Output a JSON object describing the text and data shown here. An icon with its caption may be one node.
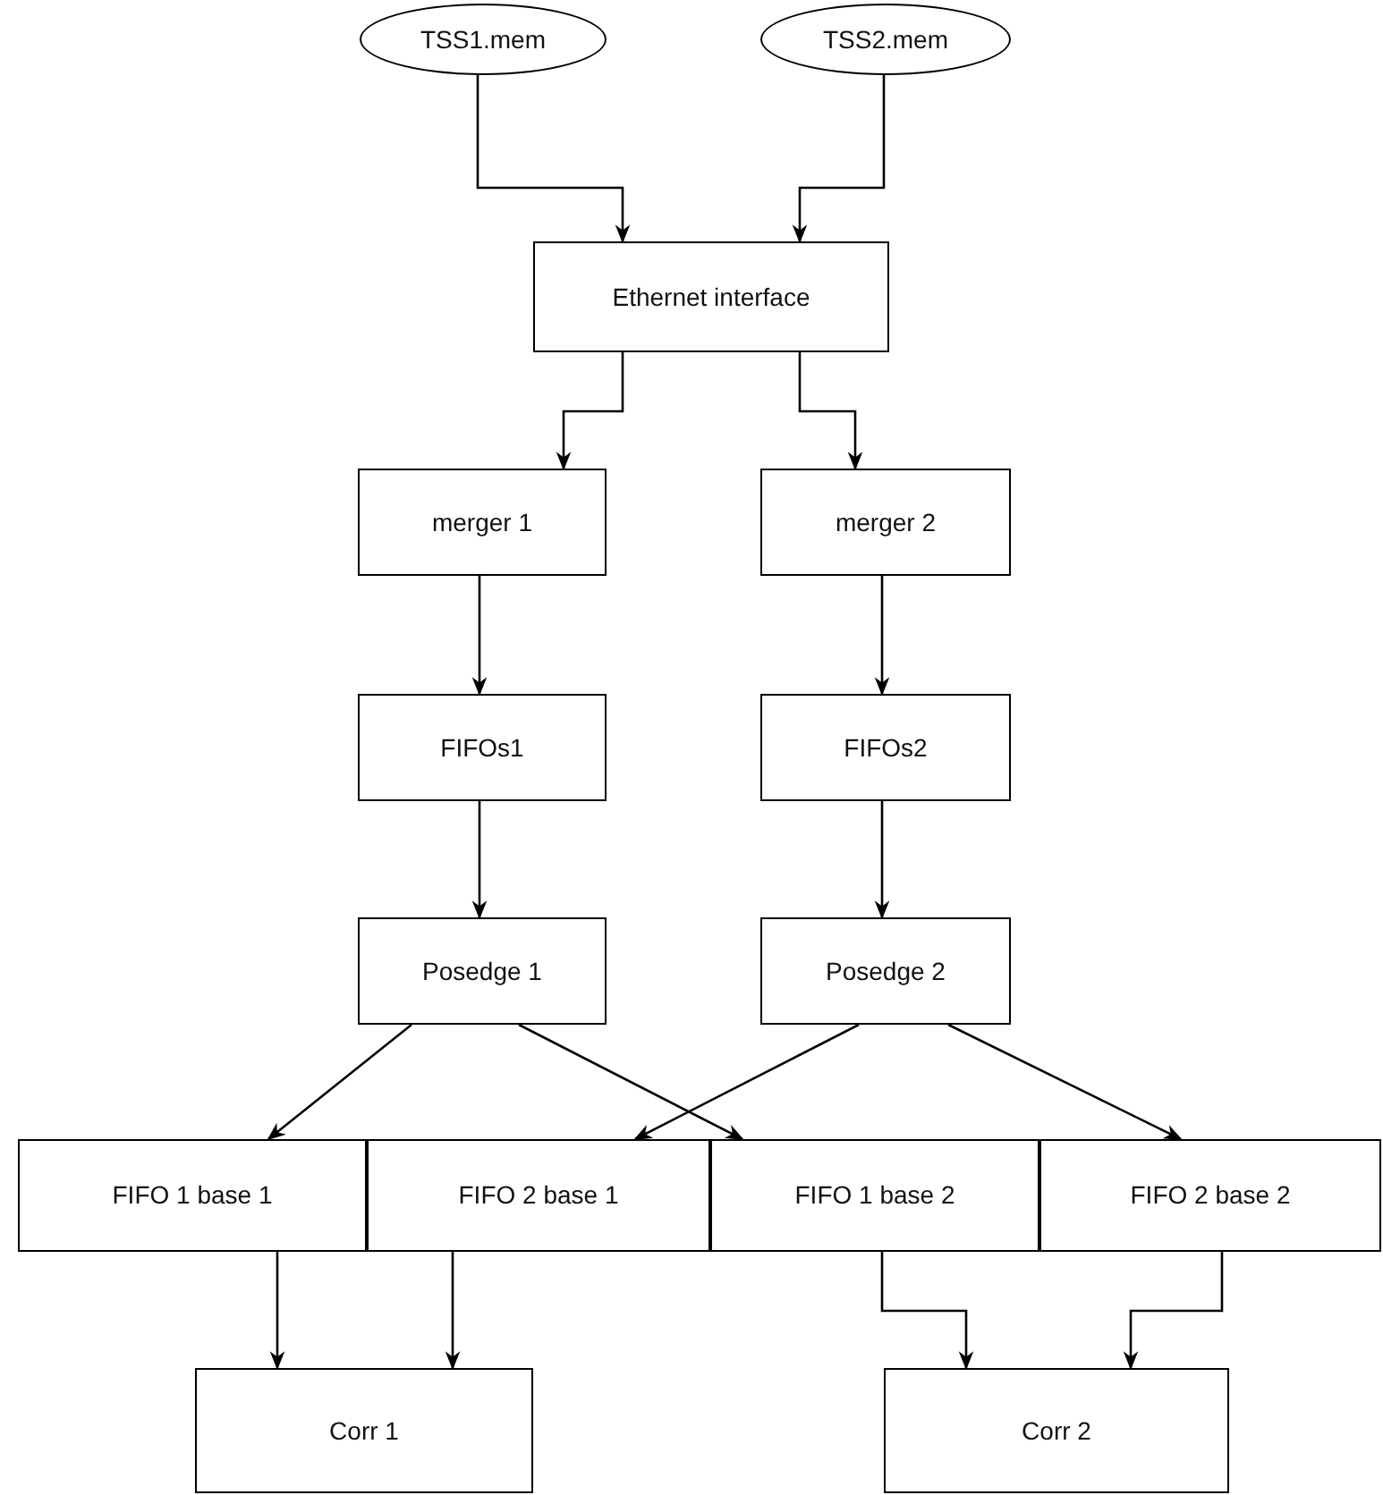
{
  "diagram": {
    "nodes": [
      {
        "text": [
          "TSS1.mem"
        ]
      },
      {
        "text": [
          "TSS2.mem"
        ]
      },
      {
        "text": [
          "Ethernet interface"
        ]
      },
      {
        "text": [
          "merger 1"
        ]
      },
      {
        "text": [
          "merger 2"
        ]
      },
      {
        "text": [
          "FIFOs1"
        ]
      },
      {
        "text": [
          "FIFOs2"
        ]
      },
      {
        "text": [
          "Posedge 1"
        ]
      },
      {
        "text": [
          "Posedge 2"
        ]
      },
      {
        "text": [
          "FIFO 1 base 1"
        ]
      },
      {
        "text": [
          "FIFO 2 base 1"
        ]
      },
      {
        "text": [
          "FIFO 1 base 2"
        ]
      },
      {
        "text": [
          "FIFO 2 base 2"
        ]
      },
      {
        "text": [
          "Corr 1"
        ]
      },
      {
        "text": [
          "Corr 2"
        ]
      }
    ],
    "edges": [
      {
        "from": 0,
        "to": 2,
        "arrow": "to"
      },
      {
        "from": 1,
        "to": 2,
        "arrow": "to"
      },
      {
        "from": 2,
        "to": 3,
        "arrow": "to"
      },
      {
        "from": 2,
        "to": 4,
        "arrow": "to"
      },
      {
        "from": 3,
        "to": 5,
        "arrow": "to"
      },
      {
        "from": 4,
        "to": 6,
        "arrow": "to"
      },
      {
        "from": 5,
        "to": 7,
        "arrow": "to"
      },
      {
        "from": 6,
        "to": 8,
        "arrow": "to"
      },
      {
        "from": 7,
        "to": 9,
        "arrow": "to"
      },
      {
        "from": 7,
        "to": 11,
        "arrow": "to"
      },
      {
        "from": 8,
        "to": 10,
        "arrow": "to"
      },
      {
        "from": 8,
        "to": 12,
        "arrow": "to"
      },
      {
        "from": 9,
        "to": 13,
        "arrow": "to"
      },
      {
        "from": 10,
        "to": 13,
        "arrow": "to"
      },
      {
        "from": 11,
        "to": 14,
        "arrow": "to"
      },
      {
        "from": 12,
        "to": 14,
        "arrow": "to"
      }
    ]
  }
}
